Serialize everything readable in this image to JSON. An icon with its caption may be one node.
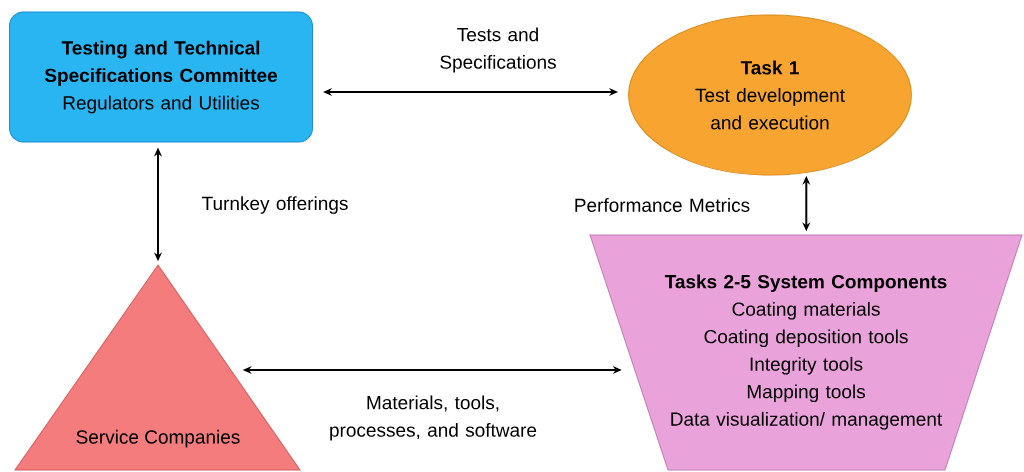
{
  "diagram": {
    "nodes": [
      {
        "text": [
          "Testing and Technical Specifications Committee",
          "Regulators and Utilities"
        ]
      },
      {
        "text": [
          "Task 1",
          "Test development and execution"
        ]
      },
      {
        "text": [
          "Tasks 2-5 System Components",
          "Coating materials",
          "Coating deposition tools",
          "Integrity tools",
          "Mapping tools",
          "Data visualization/ management"
        ]
      },
      {
        "text": [
          "Service Companies"
        ]
      }
    ],
    "edges": [
      {
        "from": 0,
        "to": 1,
        "arrow": "both",
        "label": "Tests and Specifications"
      },
      {
        "from": 0,
        "to": 3,
        "arrow": "both",
        "label": "Turnkey offerings"
      },
      {
        "from": 1,
        "to": 2,
        "arrow": "both",
        "label": "Performance Metrics"
      },
      {
        "from": 3,
        "to": 2,
        "arrow": "both",
        "label": "Materials, tools, processes, and software"
      }
    ]
  }
}
